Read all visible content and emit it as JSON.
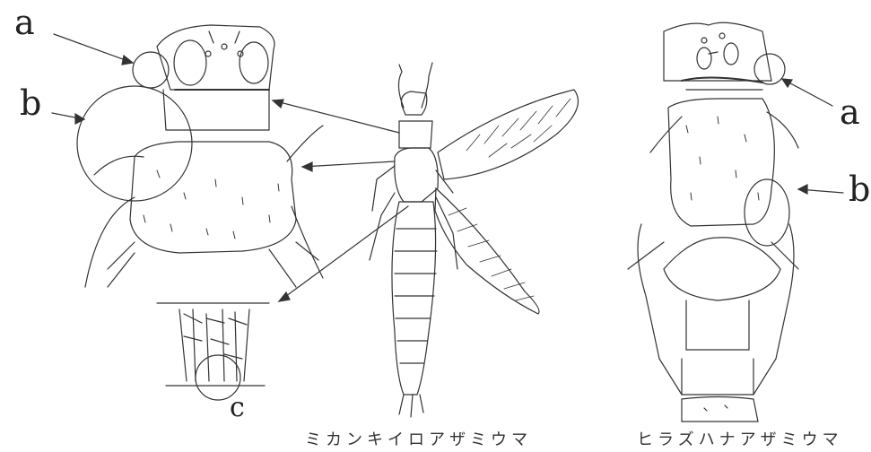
{
  "labels": {
    "left_a": "a",
    "left_b": "b",
    "left_c": "c",
    "right_a": "a",
    "right_b": "b"
  },
  "captions": {
    "left": "ミカンキイロアザミウマ",
    "right": "ヒラズハナアザミウマ"
  },
  "colors": {
    "line": "#333333",
    "paper": "#ffffff"
  }
}
